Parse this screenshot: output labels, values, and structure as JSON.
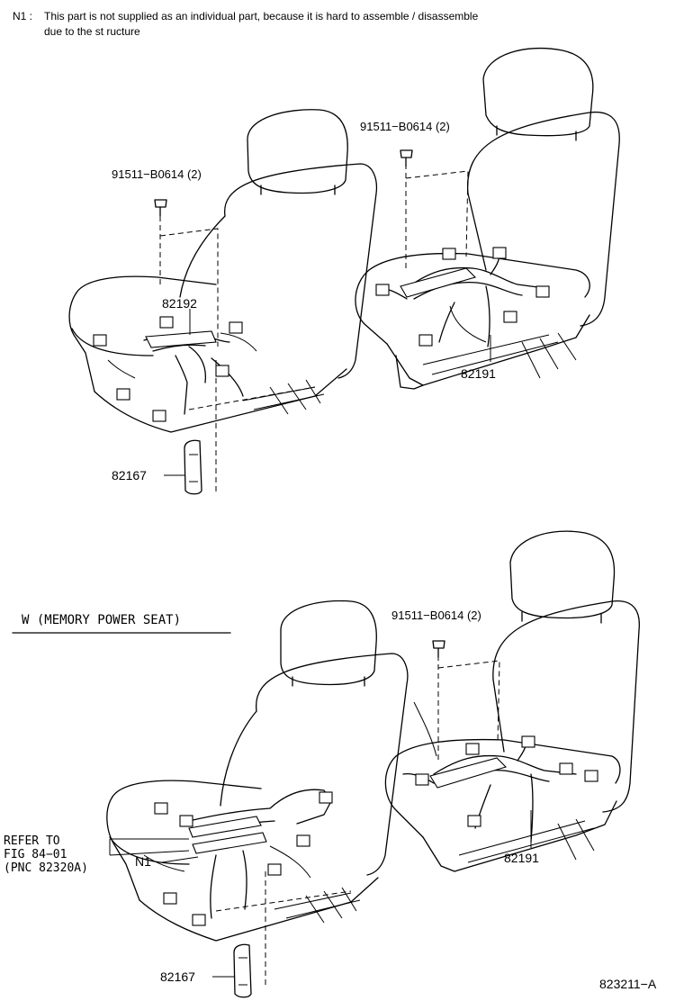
{
  "note": {
    "label": "N1 :",
    "line1": "This part is not supplied as an individual part, because it is hard to assemble / disassemble",
    "line2": "due to the st ructure"
  },
  "top": {
    "bolt_left": "91511−B0614 (2)",
    "bolt_right": "91511−B0614 (2)",
    "part_82192": "82192",
    "part_82191": "82191",
    "part_82167": "82167"
  },
  "bottom": {
    "variant_heading": "W (MEMORY  POWER  SEAT)",
    "bolt": "91511−B0614 (2)",
    "refer_line1": "REFER TO",
    "refer_line2": "FIG 84−01",
    "refer_line3": "(PNC 82320A)",
    "n1": "N1",
    "part_82191": "82191",
    "part_82167": "82167"
  },
  "figure_code": "823211−A"
}
